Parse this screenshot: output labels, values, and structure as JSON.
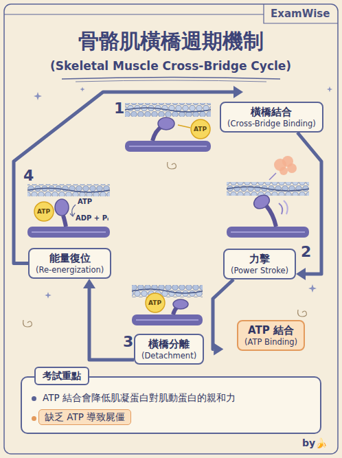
{
  "diagram": {
    "title": "骨骼肌橫橋週期機制",
    "nodes": [
      {
        "text": [
          "橫橋結合",
          "(Cross-Bridge Binding)"
        ]
      },
      {
        "text": [
          "力擊",
          "(Power Stroke)"
        ]
      },
      {
        "text": [
          "ATP 結合",
          "(ATP Binding)"
        ]
      },
      {
        "text": [
          "橫橋分離",
          "(Detachment)"
        ]
      },
      {
        "text": [
          "能量復位",
          "(Re-energization)"
        ]
      },
      {
        "text": [
          "考試重點",
          "ATP 結合會降低肌凝蛋白對肌動蛋白的親和力"
        ]
      },
      {
        "text": [
          "缺乏 ATP 導致屍僵"
        ],
        "in": 5
      }
    ],
    "edges": [
      {
        "from": 0,
        "to": 1,
        "arrow": "to"
      },
      {
        "from": 1,
        "to": 3,
        "arrow": "to"
      },
      {
        "from": 3,
        "to": 4,
        "arrow": "to"
      },
      {
        "from": 4,
        "to": 0,
        "arrow": "to"
      }
    ],
    "labels": [
      "ExamWise",
      "(Skeletal Muscle Cross-Bridge Cycle)",
      "1",
      "ATP",
      "2",
      "4",
      "ATP",
      "ATP",
      "ADP + Pᵢ",
      "3",
      "ATP",
      "by🍌"
    ]
  }
}
